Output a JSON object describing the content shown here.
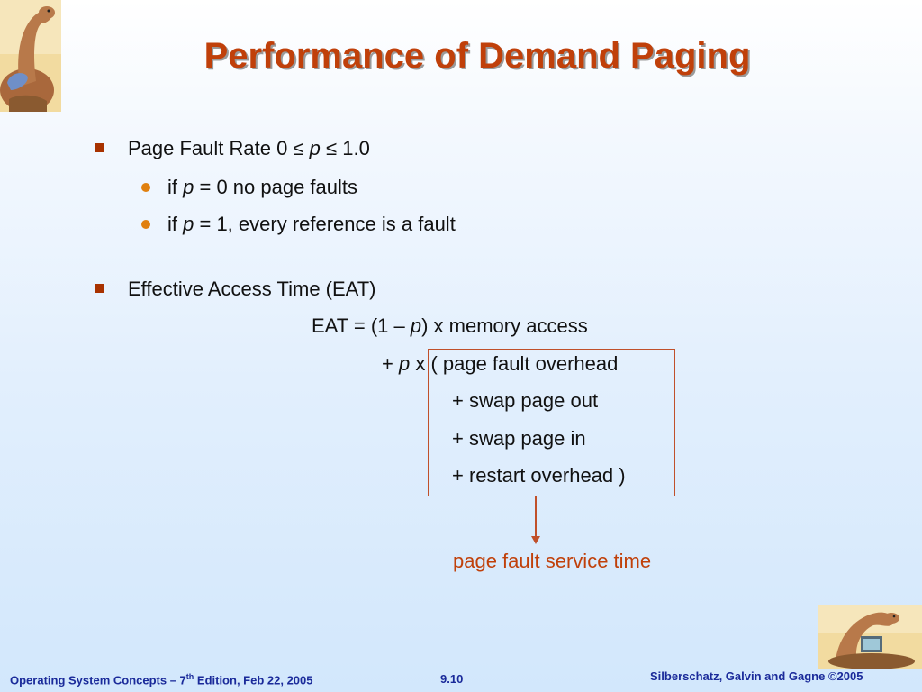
{
  "title": "Performance of Demand Paging",
  "bullets": {
    "b1": {
      "prefix": "Page Fault Rate 0 ",
      "leq1": "≤",
      "var": "p",
      "leq2": "≤",
      "suffix": " 1.0"
    },
    "b1a": {
      "pre": "if ",
      "var": "p",
      "post": " = 0 no page faults"
    },
    "b1b": {
      "pre": "if ",
      "var": "p",
      "post": " = 1, every reference is a fault"
    },
    "b2": "Effective Access Time (EAT)"
  },
  "formula": {
    "l1_pre": "EAT = (1 – ",
    "l1_var": "p",
    "l1_post": ") x memory access",
    "l2_pre": "+ ",
    "l2_var": "p",
    "l2_post": " x ( page fault overhead",
    "l3": "+ swap page out",
    "l4": "+ swap page in",
    "l5": "+ restart overhead )"
  },
  "annotation": "page fault service time",
  "footer": {
    "left_pre": "Operating System Concepts – 7",
    "left_sup": "th",
    "left_post": " Edition, Feb 22, 2005",
    "page": "9.10",
    "right": "Silberschatz, Galvin and Gagne ©2005"
  },
  "colors": {
    "title": "#c0400a",
    "square_bullet": "#a83200",
    "round_bullet": "#e08010",
    "box_border": "#c0502a",
    "footer_text": "#1a2a9a"
  }
}
